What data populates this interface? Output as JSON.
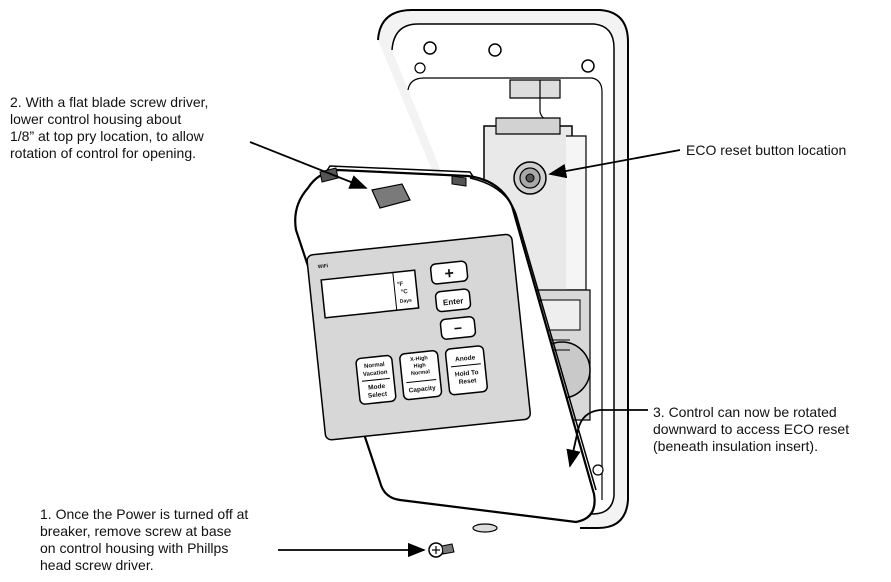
{
  "callouts": {
    "step2": "2. With a flat blade screw driver,\nlower control housing about\n1/8” at top pry location, to allow\nrotation of control for opening.",
    "eco": "ECO reset button location",
    "step3": "3. Control can now be rotated\ndownward to access ECO reset\n(beneath insulation insert).",
    "step1": "1. Once the Power is turned off at\nbreaker, remove screw at base\non control housing with Phillps\nhead screw driver."
  },
  "control_panel": {
    "wifi_label": "WiFi",
    "unit_f": "°F",
    "unit_c": "°C",
    "unit_days": "Days",
    "plus_symbol": "+",
    "enter_label": "Enter",
    "minus_symbol": "−",
    "mode_top": "Normal\nVacation",
    "mode_bottom": "Mode\nSelect",
    "capacity_top": "X-High\nHigh\nNormal",
    "capacity_bottom": "Capacity",
    "anode_top": "Anode",
    "anode_bottom": "Hold To\nReset"
  }
}
